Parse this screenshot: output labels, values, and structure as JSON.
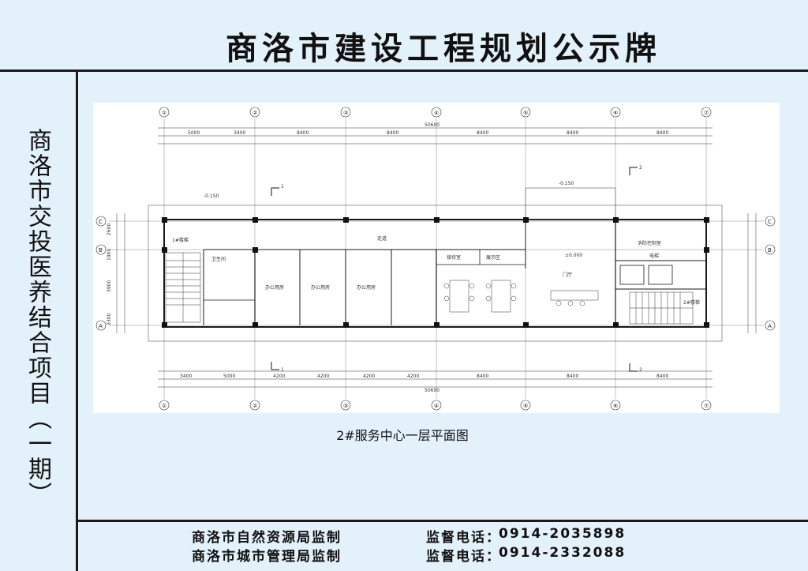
{
  "board": {
    "title": "商洛市建设工程规划公示牌",
    "project_name": "商洛市交投医养结合项目（一期）",
    "plan_caption": "2#服务中心一层平面图"
  },
  "footer": {
    "supervisors": [
      {
        "org": "商洛市自然资源局监制",
        "phone_label": "监督电话：",
        "phone": "0914-2035898"
      },
      {
        "org": "商洛市城市管理局监制",
        "phone_label": "监督电话：",
        "phone": "0914-2332088"
      }
    ]
  },
  "floor_plan": {
    "axis_labels_top": [
      "①",
      "②",
      "③",
      "④",
      "⑤",
      "⑥",
      "⑦"
    ],
    "axis_labels_side": [
      "C",
      "B",
      "A"
    ],
    "total_dimension": "50600",
    "top_dimensions": [
      "5000",
      "3400",
      "8400",
      "8400",
      "8400",
      "8400",
      "8400"
    ],
    "bottom_dimensions": [
      "3400",
      "5000",
      "4200",
      "4200",
      "4200",
      "4200",
      "8400",
      "8400",
      "8400"
    ],
    "side_dimensions": [
      "2600",
      "1900",
      "3900",
      "3300"
    ],
    "room_labels": [
      "1#楼梯",
      "走道",
      "门厅",
      "2#楼梯",
      "办公用房",
      "办公用房",
      "办公用房",
      "接待室",
      "展示区",
      "消防控制室",
      "电梯",
      "卫生间"
    ],
    "level_marks": [
      "-0.150",
      "±0.000",
      "-0.150"
    ],
    "section_marks": [
      "1",
      "2"
    ]
  }
}
